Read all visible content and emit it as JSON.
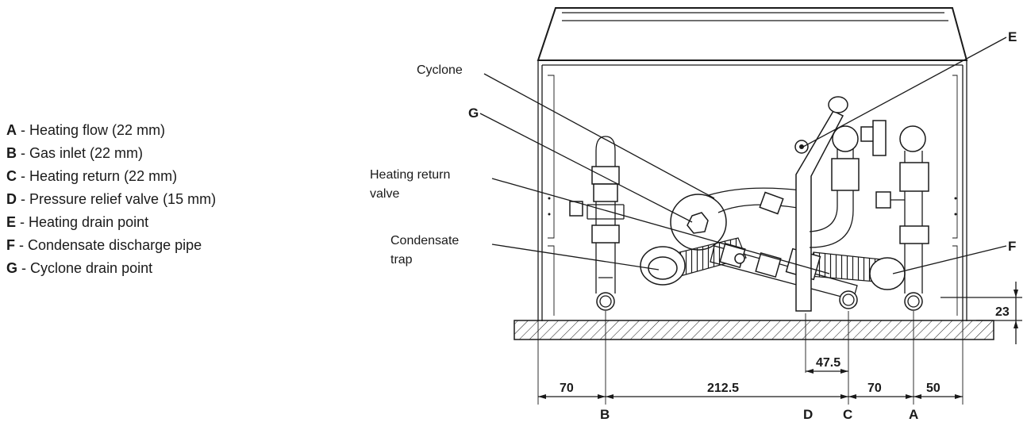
{
  "legend": [
    {
      "key": "A",
      "sep": " - ",
      "text": "Heating flow (22 mm)"
    },
    {
      "key": "B",
      "sep": " - ",
      "text": "Gas inlet (22 mm)"
    },
    {
      "key": "C",
      "sep": " - ",
      "text": "Heating return (22 mm)"
    },
    {
      "key": "D",
      "sep": " - ",
      "text": "Pressure relief valve (15 mm)"
    },
    {
      "key": "E",
      "sep": " - ",
      "text": "Heating drain point"
    },
    {
      "key": "F",
      "sep": " - ",
      "text": "Condensate discharge pipe"
    },
    {
      "key": "G",
      "sep": " - ",
      "text": "Cyclone drain point"
    }
  ],
  "callouts": {
    "cyclone": "Cyclone",
    "g": "G",
    "heating_return_valve": [
      "Heating return",
      "valve"
    ],
    "condensate_trap": [
      "Condensate",
      "trap"
    ],
    "e": "E",
    "f": "F"
  },
  "dimensions": {
    "height": "23",
    "d_to_c": "47.5",
    "left_to_b": "70",
    "b_to_c": "212.5",
    "c_to_a": "70",
    "a_to_right": "50"
  },
  "bottom_letters": [
    "B",
    "D",
    "C",
    "A"
  ]
}
